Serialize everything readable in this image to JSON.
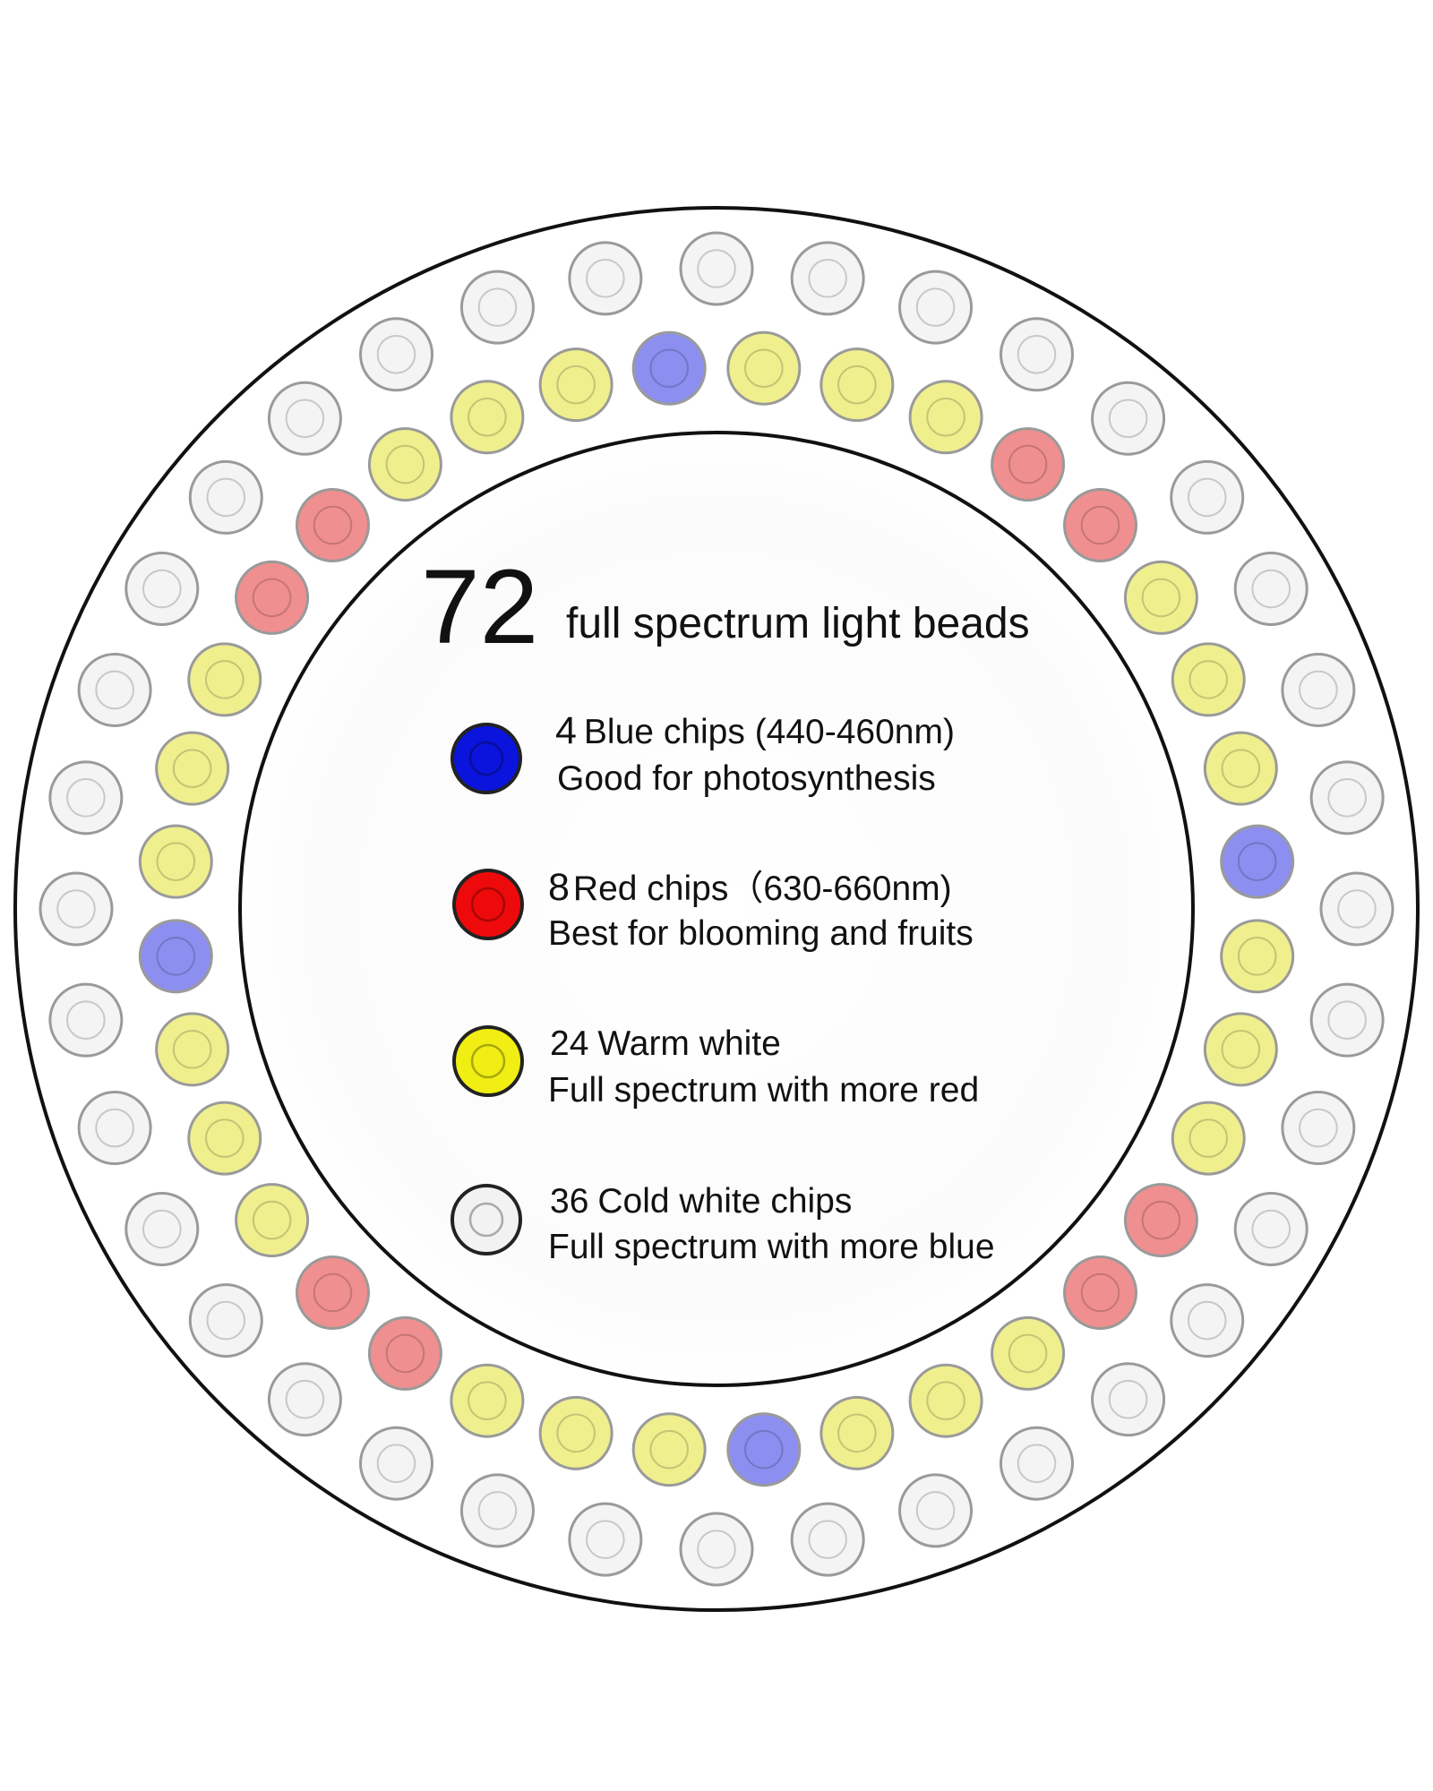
{
  "title": {
    "number": "72",
    "text": "full spectrum light beads"
  },
  "colors": {
    "blue": "#8c8ff0",
    "red": "#f08f8f",
    "yellow": "#efef8e",
    "white": "#f4f4f4",
    "legend_blue": "#0a14dc",
    "legend_red": "#ee0a0a",
    "legend_yellow": "#f0ee12",
    "legend_white": "#f2f2f2"
  },
  "legend": [
    {
      "count": "4",
      "name": "Blue chips (440-460nm)",
      "desc": "Good for photosynthesis",
      "color_key": "legend_blue"
    },
    {
      "count": "8",
      "name": "Red chips（630-660nm)",
      "desc": "Best for blooming and fruits",
      "color_key": "legend_red"
    },
    {
      "count": "24",
      "name": "Warm white",
      "desc": "Full spectrum with more red",
      "color_key": "legend_yellow"
    },
    {
      "count": "36",
      "name": "Cold white chips",
      "desc": "Full spectrum with more blue",
      "color_key": "legend_white"
    }
  ],
  "beads": {
    "outer_ring": [
      "white",
      "white",
      "white",
      "white",
      "white",
      "white",
      "white",
      "white",
      "white",
      "white",
      "white",
      "white",
      "white",
      "white",
      "white",
      "white",
      "white",
      "white",
      "white",
      "white",
      "white",
      "white",
      "white",
      "white",
      "white",
      "white",
      "white",
      "white",
      "white",
      "white",
      "white",
      "white",
      "white",
      "white",
      "white",
      "white"
    ],
    "inner_ring": [
      "blue",
      "yellow",
      "yellow",
      "yellow",
      "red",
      "red",
      "yellow",
      "yellow",
      "yellow",
      "blue",
      "yellow",
      "yellow",
      "yellow",
      "red",
      "red",
      "yellow",
      "yellow",
      "yellow",
      "blue",
      "yellow",
      "yellow",
      "yellow",
      "red",
      "red",
      "yellow",
      "yellow",
      "yellow",
      "blue",
      "yellow",
      "yellow",
      "yellow",
      "red",
      "red",
      "yellow",
      "yellow",
      "yellow"
    ]
  }
}
